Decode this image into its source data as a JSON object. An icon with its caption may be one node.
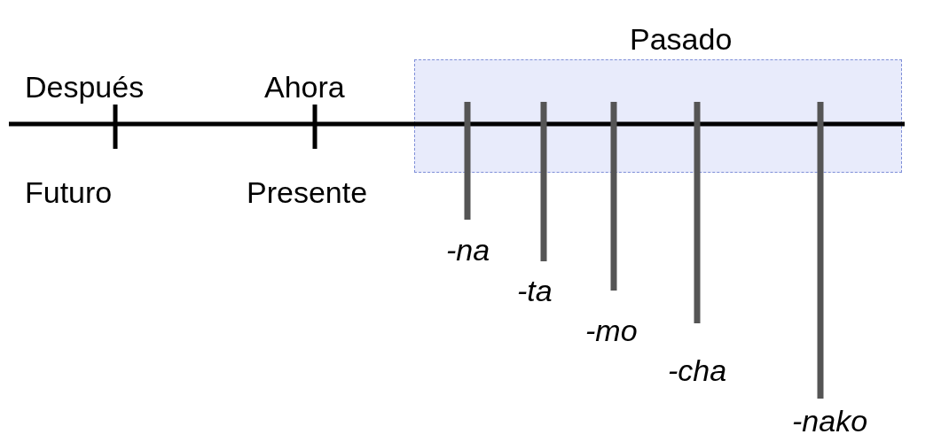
{
  "diagram": {
    "nodes": [
      {
        "text": [
          "Pasado"
        ]
      }
    ],
    "labels": [
      "Después",
      "Ahora",
      "Futuro",
      "Presente",
      "-na",
      "-ta",
      "-mo",
      "-cha",
      "-nako"
    ]
  }
}
